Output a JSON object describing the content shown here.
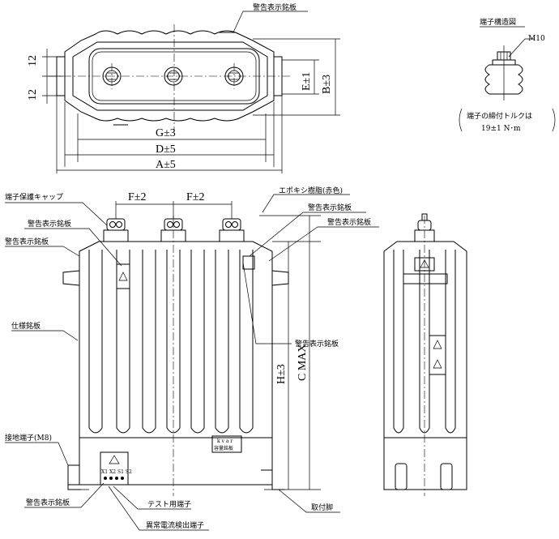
{
  "top_view": {
    "warning_plate_label": "警告表示銘板",
    "dim_12_upper": "12",
    "dim_12_lower": "12",
    "dim_E": "E±1",
    "dim_B": "B±3",
    "dim_G": "G±3",
    "dim_D": "D±5",
    "dim_A": "A±5"
  },
  "terminal_detail": {
    "title": "端子構造図",
    "bolt": "M10",
    "torque_line1": "端子の締付トルクは",
    "torque_line2": "19±1 N･m"
  },
  "front_view": {
    "dim_F_left": "F±2",
    "dim_F_right": "F±2",
    "epoxy_label": "エポキシ樹脂(赤色)",
    "warning_plate_top_right": "警告表示銘板",
    "warning_plate_right": "警告表示銘板",
    "warning_plate_right_mid": "警告表示銘板",
    "terminal_cap": "端子保護キャップ",
    "warning_plate_left_1": "警告表示銘板",
    "warning_plate_left_2": "警告表示銘板",
    "spec_plate": "仕様銘板",
    "kvar_text": "k v a r",
    "capacity_plate": "容量銘板",
    "ground_terminal": "接地端子(M8)",
    "terminal_codes": "X1 X2 S1 S2",
    "warning_plate_bottom": "警告表示銘板",
    "test_terminal": "テスト用端子",
    "abnormal_current_terminal": "異常電流検出端子",
    "mounting_foot": "取付脚",
    "dim_H": "H±3",
    "dim_C": "C MAX"
  }
}
